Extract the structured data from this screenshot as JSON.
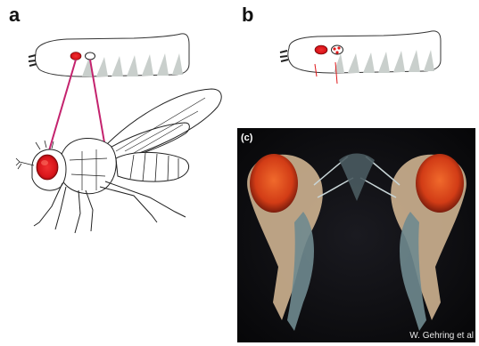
{
  "panels": {
    "a": {
      "letter": "a"
    },
    "b": {
      "letter": "b"
    }
  },
  "photo": {
    "label": "(c)",
    "credit": "W. Gehring et al"
  },
  "colors": {
    "eye_red": "#e0191b",
    "connector": "#c4236e",
    "segment_grey": "#c9cfcc",
    "photo_bg": "#0d0d0f",
    "photo_eye": "#d6421c",
    "photo_body": "#e6c6a2"
  }
}
